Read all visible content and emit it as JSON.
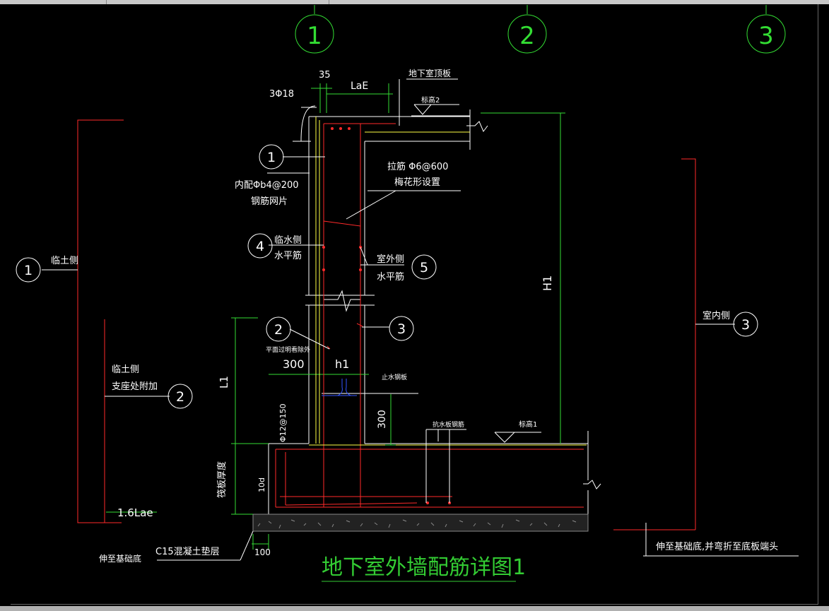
{
  "colors": {
    "background": "#000000",
    "red": "#ff2a2a",
    "green": "#33dd33",
    "white": "#ffffff",
    "yellow": "#ffff44",
    "blue": "#3355ff",
    "title": "#33cc33"
  },
  "axes": [
    {
      "label": "1"
    },
    {
      "label": "2"
    },
    {
      "label": "3"
    }
  ],
  "title": "地下室外墙配筋详图1",
  "dims": {
    "d35": "35",
    "lae": "LaE",
    "bars": "3Φ18",
    "d300": "300",
    "h1": "h1",
    "H1": "H1",
    "L1": "L1",
    "d300v": "300",
    "lae16": "1.6Lae",
    "d100": "100",
    "dowel": "Φ12@150",
    "d10d": "10d",
    "slab_thk": "筏板厚度"
  },
  "labels": {
    "roof_slab": "地下室顶板",
    "elev2": "标高2",
    "elev1": "标高1",
    "tie_bar": "拉筋 Φ6@600",
    "tie_layout": "梅花形设置",
    "mesh_1": "内配Φb4@200",
    "mesh_2": "钢筋网片",
    "soil_h1": "临水侧",
    "soil_h2": "水平筋",
    "out_h1": "室外侧",
    "out_h2": "水平筋",
    "beyond": "平面过明看除外",
    "waterstop": "止水钢板",
    "raft_bars": "抗水板钢筋",
    "soil_side": "临土侧",
    "soil_support1": "临土侧",
    "soil_support2": "支座处附加",
    "indoor": "室内侧",
    "extend_base": "伸至基础底",
    "extend_bend": "伸至基础底,并弯折至底板端头",
    "c15": "C15混凝土垫层"
  },
  "callouts": {
    "c1_wall": "1",
    "c4": "4",
    "c5": "5",
    "c2_wall": "2",
    "c3_wall": "3",
    "c1_left": "1",
    "c2_left": "2",
    "c3_right": "3"
  }
}
